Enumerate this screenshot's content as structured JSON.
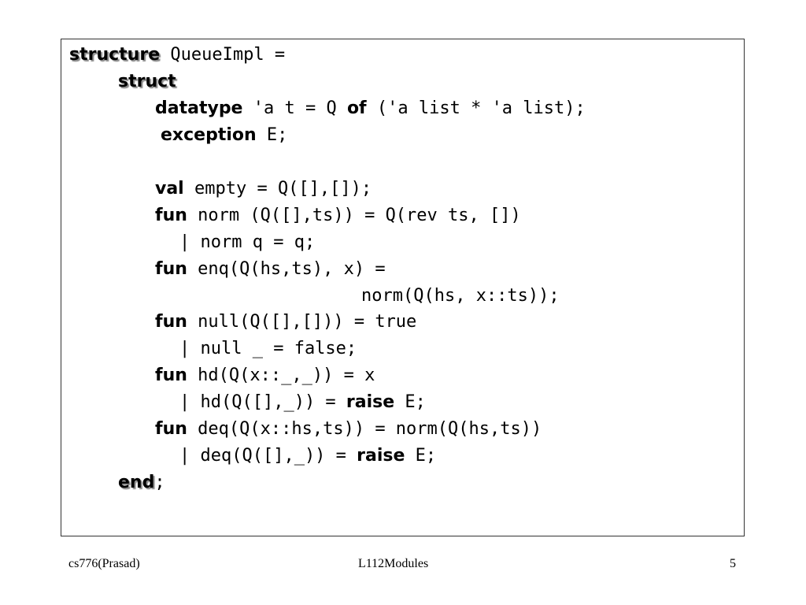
{
  "code": {
    "l1": {
      "kw": "structure",
      "rest": " QueueImpl ="
    },
    "l2": {
      "kw": "struct"
    },
    "l3": {
      "kw1": "datatype",
      "mid": " 'a t = Q ",
      "kw2": "of",
      "rest": " ('a list * 'a list);"
    },
    "l4": {
      "kw": "exception",
      "rest": " E;"
    },
    "l5": {
      "kw": "val",
      "rest": " empty = Q([],[]);"
    },
    "l6": {
      "kw": "fun",
      "rest": " norm (Q([],ts)) = Q(rev ts, [])"
    },
    "l7": {
      "text": "| norm q = q;"
    },
    "l8": {
      "kw": "fun",
      "rest": " enq(Q(hs,ts), x) ="
    },
    "l9": {
      "text": "norm(Q(hs, x::ts));"
    },
    "l10": {
      "kw": "fun",
      "rest": " null(Q([],[])) = true"
    },
    "l11": {
      "text": "| null _ = false;"
    },
    "l12": {
      "kw": "fun",
      "rest": " hd(Q(x::_,_)) = x"
    },
    "l13": {
      "pre": "| hd(Q([],_)) = ",
      "kw": "raise",
      "rest": " E;"
    },
    "l14": {
      "kw": "fun",
      "rest": " deq(Q(x::hs,ts)) = norm(Q(hs,ts))"
    },
    "l15": {
      "pre": "| deq(Q([],_)) = ",
      "kw": "raise",
      "rest": " E;"
    },
    "l16": {
      "kw": "end",
      "rest": ";"
    }
  },
  "footer": {
    "left": "cs776(Prasad)",
    "center": "L112Modules",
    "right": "5"
  }
}
